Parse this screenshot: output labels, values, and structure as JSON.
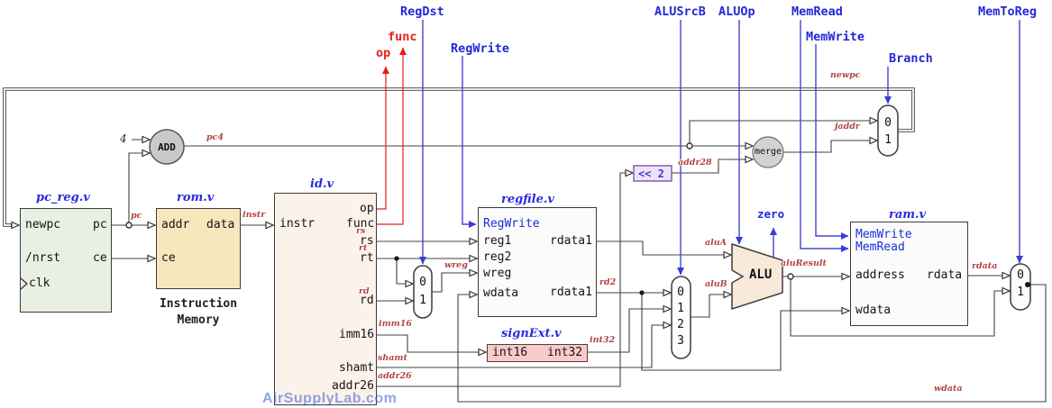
{
  "controls": {
    "regdst": "RegDst",
    "func": "func",
    "op": "op",
    "regwrite": "RegWrite",
    "alusrcb": "ALUSrcB",
    "aluop": "ALUOp",
    "memread": "MemRead",
    "memwrite": "MemWrite",
    "branch": "Branch",
    "memtoreg": "MemToReg",
    "zero": "zero"
  },
  "modules": {
    "pc_reg": {
      "title": "pc_reg.v",
      "ports": {
        "newpc": "newpc",
        "pc": "pc",
        "nrst": "/nrst",
        "ce": "ce",
        "clk": "clk"
      }
    },
    "rom": {
      "title": "rom.v",
      "caption1": "Instruction",
      "caption2": "Memory",
      "ports": {
        "addr": "addr",
        "data": "data",
        "ce": "ce"
      }
    },
    "id": {
      "title": "id.v",
      "ports": {
        "instr": "instr",
        "op": "op",
        "func": "func",
        "rs": "rs",
        "rt": "rt",
        "rd": "rd",
        "imm16": "imm16",
        "shamt": "shamt",
        "addr26": "addr26"
      }
    },
    "regfile": {
      "title": "regfile.v",
      "ports": {
        "regwrite": "RegWrite",
        "reg1": "reg1",
        "reg2": "reg2",
        "wreg": "wreg",
        "wdata": "wdata",
        "rdata1_top": "rdata1",
        "rdata1_bottom": "rdata1"
      }
    },
    "signext": {
      "title": "signExt.v",
      "ports": {
        "int16": "int16",
        "int32": "int32"
      }
    },
    "ram": {
      "title": "ram.v",
      "ports": {
        "memwrite": "MemWrite",
        "memread": "MemRead",
        "address": "address",
        "wdata": "wdata",
        "rdata": "rdata"
      }
    }
  },
  "nodes": {
    "add": "ADD",
    "merge": "merge",
    "shift": "<< 2",
    "alu": "ALU",
    "const4": "4"
  },
  "muxes": {
    "wreg": [
      "0",
      "1"
    ],
    "alub": [
      "0",
      "1",
      "2",
      "3"
    ],
    "pc": [
      "0",
      "1"
    ],
    "memtoreg": [
      "0",
      "1"
    ]
  },
  "wire_labels": {
    "pc": "pc",
    "pc4": "pc4",
    "instr": "instr",
    "rs": "rs",
    "rt": "rt",
    "rd": "rd",
    "imm16": "imm16",
    "shamt": "shamt",
    "addr26": "addr26",
    "wreg": "wreg",
    "rd2": "rd2",
    "int32": "int32",
    "alua": "aluA",
    "alub": "aluB",
    "aluresult": "aluResult",
    "addr28": "addr28",
    "jaddr": "jaddr",
    "newpc": "newpc",
    "rdata": "rdata",
    "wdata": "wdata"
  },
  "watermark": "AirSupplyLab.com",
  "colors": {
    "control_blue": "#4545d6",
    "signal_red": "#e02020",
    "label_red": "#b34444",
    "wire_gray": "#424242",
    "pc_reg_fill": "#e9efe2",
    "rom_fill": "#f7e7bd",
    "id_fill": "#fbf3ea",
    "regfile_fill": "#fbfbfb",
    "ram_fill": "#fbfbfb",
    "signext_fill": "#f9caca",
    "shift_fill": "#ece4f6",
    "node_gray": "#cccccc"
  }
}
